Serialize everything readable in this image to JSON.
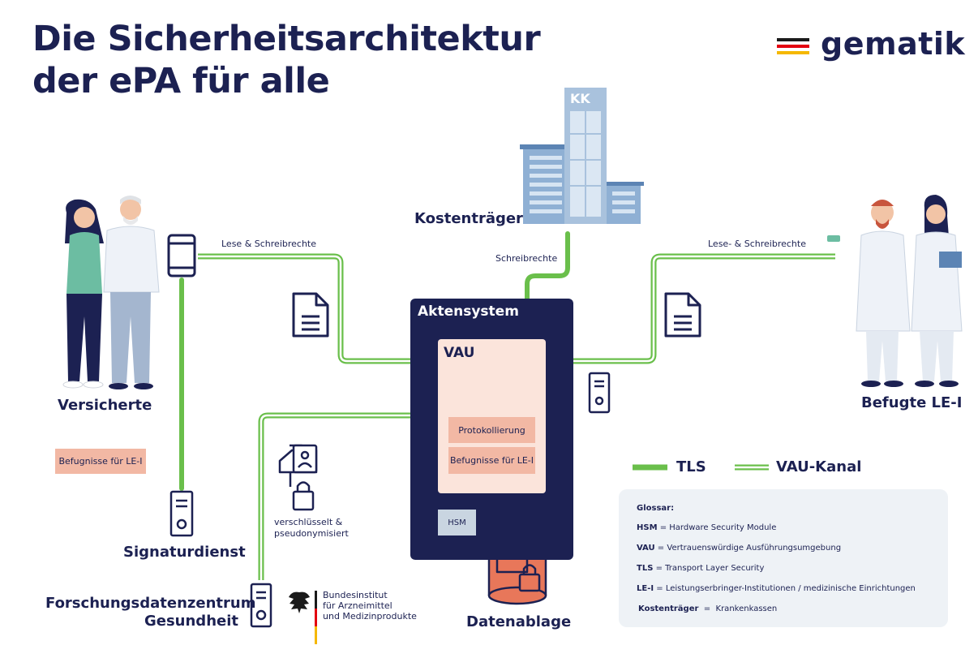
{
  "title": {
    "line1": "Die Sicherheitsarchitektur",
    "line2": "der ePA für alle"
  },
  "logo": {
    "text": "gematik",
    "flag_colors": [
      "#1a1a1a",
      "#e3000f",
      "#f5b800"
    ]
  },
  "nodes": {
    "versicherte": "Versicherte",
    "kostentraeger": "Kostenträger",
    "kk_sign": "KK",
    "befugte": "Befugte LE-I",
    "signaturdienst": "Signaturdienst",
    "forschung_line1": "Forschungsdatenzentrum",
    "forschung_line2": "Gesundheit",
    "datenablage": "Datenablage",
    "aktensystem": "Aktensystem",
    "vau": "VAU",
    "hsm": "HSM"
  },
  "edges": {
    "lese_schreib_left": "Lese & Schreibrechte",
    "lese_schreib_right": "Lese- & Schreibrechte",
    "schreibrechte": "Schreibrechte"
  },
  "badges": {
    "befugnisse_left": "Befugnisse für LE-I",
    "protokollierung": "Protokollierung",
    "befugnisse_vau": "Befugnisse für LE-I"
  },
  "encryption": {
    "line1": "verschlüsselt &",
    "line2": "pseudonymisiert"
  },
  "bfarm": {
    "line1": "Bundesinstitut",
    "line2": "für Arzneimittel",
    "line3": "und Medizinprodukte"
  },
  "legend": {
    "tls": "TLS",
    "vau_kanal": "VAU-Kanal"
  },
  "glossar": {
    "heading": "Glossar:",
    "entries": [
      {
        "term": "HSM",
        "sep": " = ",
        "def": "Hardware Security Module"
      },
      {
        "term": "VAU",
        "sep": " = ",
        "def": "Vertrauenswürdige Ausführungsumgebung"
      },
      {
        "term": "TLS",
        "sep": " = ",
        "def": "Transport Layer Security"
      },
      {
        "term": "LE-I",
        "sep": " = ",
        "def": "Leistungserbringer-Institutionen / medizinische Einrichtungen"
      },
      {
        "term": "Kostenträger",
        "sep": "  =  ",
        "def": "Krankenkassen"
      }
    ]
  },
  "colors": {
    "navy": "#1c2152",
    "tls_green": "#6abf4b",
    "salmon": "#f2b8a4",
    "vau_bg": "#fbe4db",
    "storage": "#e8775a",
    "building_blue": "#a9c2dd"
  }
}
